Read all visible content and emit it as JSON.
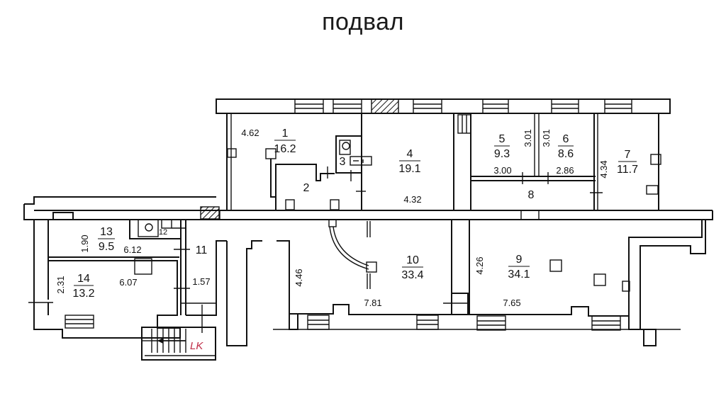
{
  "title": "подвал",
  "rooms": [
    {
      "id": "1",
      "number": "1",
      "area": "16.2"
    },
    {
      "id": "2",
      "number": "2",
      "area": ""
    },
    {
      "id": "3",
      "number": "3",
      "area": ""
    },
    {
      "id": "4",
      "number": "4",
      "area": "19.1"
    },
    {
      "id": "5",
      "number": "5",
      "area": "9.3"
    },
    {
      "id": "6",
      "number": "6",
      "area": "8.6"
    },
    {
      "id": "7",
      "number": "7",
      "area": "11.7"
    },
    {
      "id": "8",
      "number": "8",
      "area": ""
    },
    {
      "id": "9",
      "number": "9",
      "area": "34.1"
    },
    {
      "id": "10",
      "number": "10",
      "area": "33.4"
    },
    {
      "id": "11",
      "number": "11",
      "area": ""
    },
    {
      "id": "12",
      "number": "12",
      "area": ""
    },
    {
      "id": "13",
      "number": "13",
      "area": "9.5"
    },
    {
      "id": "14",
      "number": "14",
      "area": "13.2"
    }
  ],
  "dimensions": {
    "room1_h": "4.62",
    "room4_w": "4.32",
    "room5_h": "3.01",
    "room5_w": "3.00",
    "room6_h": "3.01",
    "room6_w": "2.86",
    "room7_h": "4.34",
    "room9_h": "4.26",
    "room9_w": "7.65",
    "room10_h": "4.46",
    "room10_w": "7.81",
    "room13_h": "1.90",
    "room13_w": "6.12",
    "room14_h": "2.31",
    "room14_w": "6.07",
    "room11_w": "1.57"
  },
  "stair_mark": "LK",
  "colors": {
    "wall": "#111111",
    "background": "#ffffff",
    "annotation": "#c0304a"
  }
}
